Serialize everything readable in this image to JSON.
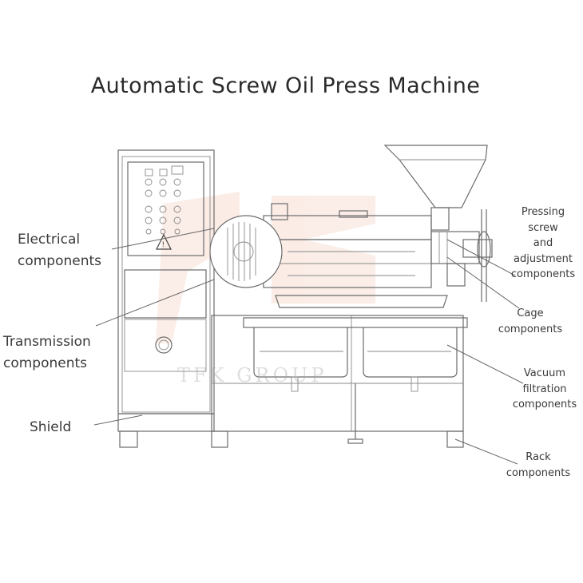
{
  "title": "Automatic Screw Oil Press Machine",
  "watermark": "TFK GROUP",
  "labels": {
    "electrical": [
      "Electrical",
      "components"
    ],
    "transmission": [
      "Transmission",
      "components"
    ],
    "shield": "Shield",
    "pressing": [
      "Pressing",
      "screw",
      "and",
      "adjustment",
      "components"
    ],
    "cage": [
      "Cage",
      "components"
    ],
    "vacuum": [
      "Vacuum",
      "filtration",
      "components"
    ],
    "rack": [
      "Rack",
      "components"
    ]
  },
  "colors": {
    "line": "#6b6b6b",
    "text": "#3a3a3a",
    "warning": "#e26a3a"
  }
}
